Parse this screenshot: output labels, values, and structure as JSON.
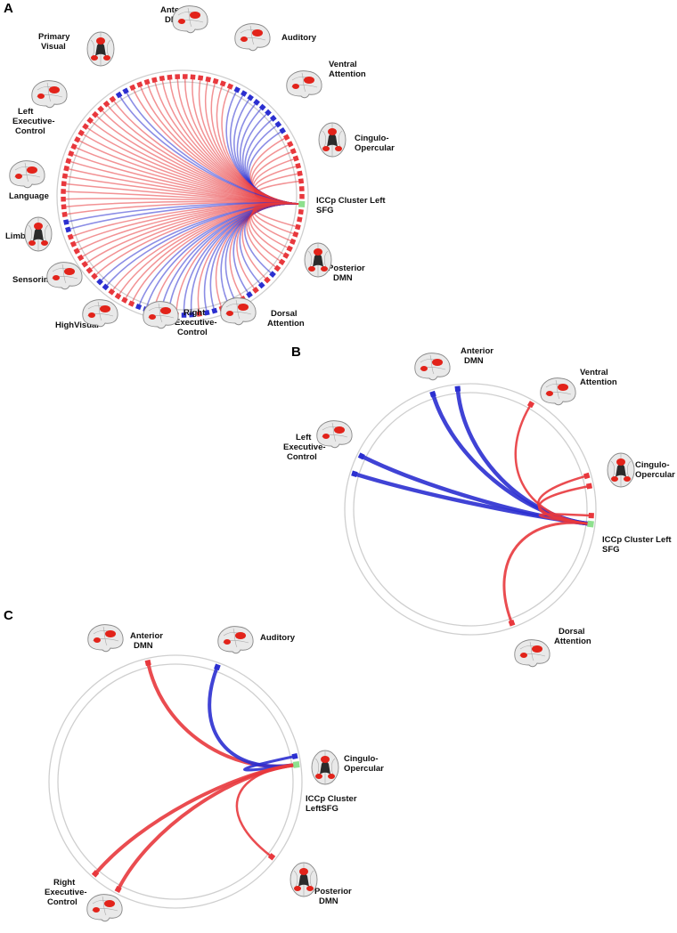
{
  "colors": {
    "positive": "#e8383d",
    "negative": "#2b2fd0",
    "seed": "#8ee08e",
    "ring": "#cfcfcf",
    "activation": "#e2231a"
  },
  "panels": [
    {
      "letter": "A",
      "networks": [
        {
          "id": "anterior-dmn",
          "lines": [
            "Anterior",
            "DMN"
          ]
        },
        {
          "id": "auditory",
          "lines": [
            "Auditory"
          ]
        },
        {
          "id": "ventral-attention",
          "lines": [
            "Ventral",
            "Attention"
          ]
        },
        {
          "id": "cingulo-opercular",
          "lines": [
            "Cingulo-",
            "Opercular"
          ]
        },
        {
          "id": "seed",
          "lines": [
            "ICCp Cluster Left",
            "SFG"
          ]
        },
        {
          "id": "posterior-dmn",
          "lines": [
            "Posterior",
            "DMN"
          ]
        },
        {
          "id": "dorsal-attention",
          "lines": [
            "Dorsal",
            "Attention"
          ]
        },
        {
          "id": "right-executive-control",
          "lines": [
            "Right",
            "Executive-",
            "Control"
          ]
        },
        {
          "id": "highvisual",
          "lines": [
            "HighVisual"
          ]
        },
        {
          "id": "sensorimotoric",
          "lines": [
            "Sensorimotoric"
          ]
        },
        {
          "id": "limbic",
          "lines": [
            "Limbic"
          ]
        },
        {
          "id": "language",
          "lines": [
            "Language"
          ]
        },
        {
          "id": "left-executive-control",
          "lines": [
            "Left",
            "Executive-",
            "Control"
          ]
        },
        {
          "id": "primary-visual",
          "lines": [
            "Primary",
            "Visual"
          ]
        }
      ]
    },
    {
      "letter": "B",
      "networks": [
        {
          "id": "anterior-dmn",
          "lines": [
            "Anterior",
            "DMN"
          ]
        },
        {
          "id": "ventral-attention",
          "lines": [
            "Ventral",
            "Attention"
          ]
        },
        {
          "id": "cingulo-opercular",
          "lines": [
            "Cingulo-",
            "Opercular"
          ]
        },
        {
          "id": "seed",
          "lines": [
            "ICCp Cluster Left",
            "SFG"
          ]
        },
        {
          "id": "dorsal-attention",
          "lines": [
            "Dorsal",
            "Attention"
          ]
        },
        {
          "id": "left-executive-control",
          "lines": [
            "Left",
            "Executive-",
            "Control"
          ]
        }
      ]
    },
    {
      "letter": "C",
      "networks": [
        {
          "id": "anterior-dmn",
          "lines": [
            "Anterior",
            "DMN"
          ]
        },
        {
          "id": "auditory",
          "lines": [
            "Auditory"
          ]
        },
        {
          "id": "cingulo-opercular",
          "lines": [
            "Cingulo-",
            "Opercular"
          ]
        },
        {
          "id": "seed",
          "lines": [
            "ICCp Cluster",
            "LeftSFG"
          ]
        },
        {
          "id": "posterior-dmn",
          "lines": [
            "Posterior",
            "DMN"
          ]
        },
        {
          "id": "right-executive-control",
          "lines": [
            "Right",
            "Executive-",
            "Control"
          ]
        }
      ]
    }
  ]
}
